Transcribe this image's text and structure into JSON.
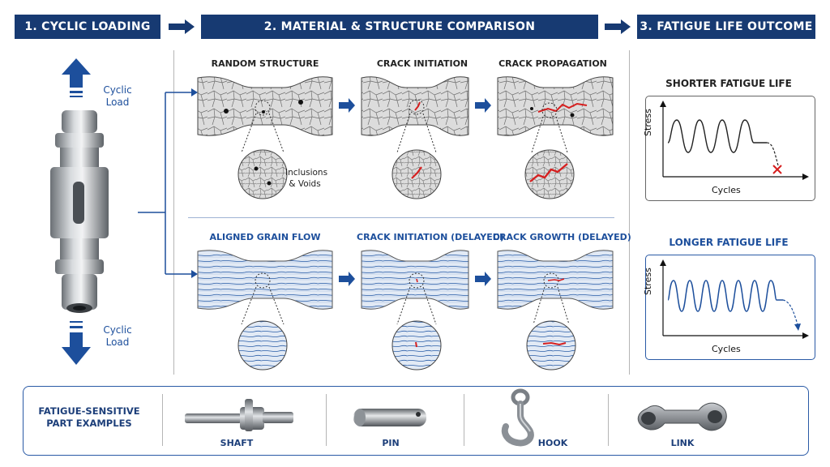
{
  "headers": {
    "step1": "1. CYCLIC LOADING",
    "step2": "2. MATERIAL & STRUCTURE COMPARISON",
    "step3": "3. FATIGUE LIFE OUTCOME"
  },
  "loading": {
    "top_label": "Cyclic\nLoad",
    "bottom_label": "Cyclic\nLoad"
  },
  "random_row": {
    "stage1": "RANDOM STRUCTURE",
    "stage2": "CRACK INITIATION",
    "stage3": "CRACK PROPAGATION",
    "inclusions_note": "Inclusions\n& Voids"
  },
  "aligned_row": {
    "stage1": "ALIGNED GRAIN FLOW",
    "stage2": "CRACK INITIATION (DELAYED)",
    "stage3": "CRACK GROWTH (DELAYED)"
  },
  "outcomes": {
    "short": {
      "title": "SHORTER FATIGUE LIFE",
      "ylabel": "Stress",
      "xlabel": "Cycles"
    },
    "long": {
      "title": "LONGER FATIGUE LIFE",
      "ylabel": "Stress",
      "xlabel": "Cycles"
    }
  },
  "parts": {
    "heading": "FATIGUE-SENSITIVE\nPART EXAMPLES",
    "items": [
      "SHAFT",
      "PIN",
      "HOOK",
      "LINK"
    ]
  },
  "colors": {
    "navy": "#173a72",
    "blue": "#1d4f9c",
    "crack": "#d61f1f",
    "metal": "#a9aeb3"
  }
}
